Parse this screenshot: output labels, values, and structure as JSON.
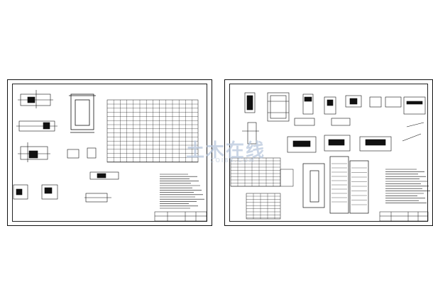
{
  "watermark": {
    "text": "土木在线",
    "subtext": "COI88.COM",
    "color": "#b9c8dd"
  },
  "sheets": [
    {
      "id": "sheet-1",
      "title_block": ""
    },
    {
      "id": "sheet-2",
      "title_block": ""
    }
  ],
  "colors": {
    "line": "#111111",
    "background": "#ffffff"
  }
}
